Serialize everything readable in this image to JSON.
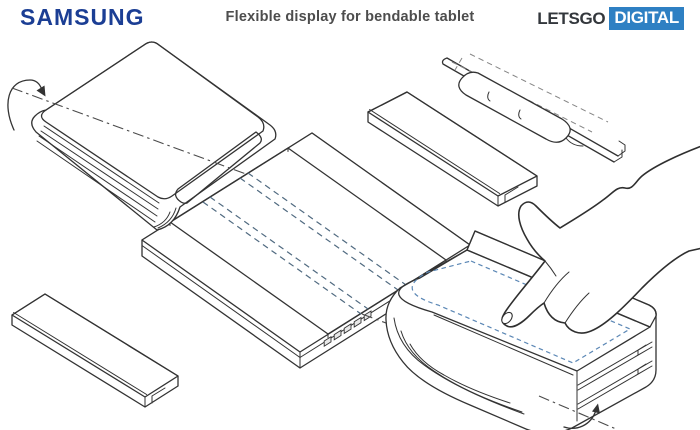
{
  "header": {
    "brand": "SAMSUNG",
    "title": "Flexible display for bendable tablet",
    "credit_left": "LETSGO",
    "credit_right": "DIGITAL"
  },
  "colors": {
    "samsung_blue": "#1b3e94",
    "badge_blue": "#2e80c3",
    "letsgo_dark": "#33373c",
    "title_gray": "#4d4d4d",
    "line": "#333333",
    "fold_dash": "#506a80",
    "inset_dash": "#5b87b5",
    "screen_blue_light": "#dbe8f4",
    "screen_blue_deep": "#b7d0e7",
    "screen_sliver_blue": "#b5d2ea"
  },
  "figures": {
    "folded_tablet_left": "folded tablet with rotation arrow",
    "display_roller": "display end wrapped around roller bar",
    "bezel_bar_top": "upper bezel end-cap bar",
    "unfolded_tablet": "unfolded flexible display tablet",
    "bezel_bar_bottom": "lower bezel end-cap bar",
    "folded_tablet_right": "folded tablet with touch arrow",
    "hand": "hand touching screen with index finger"
  }
}
